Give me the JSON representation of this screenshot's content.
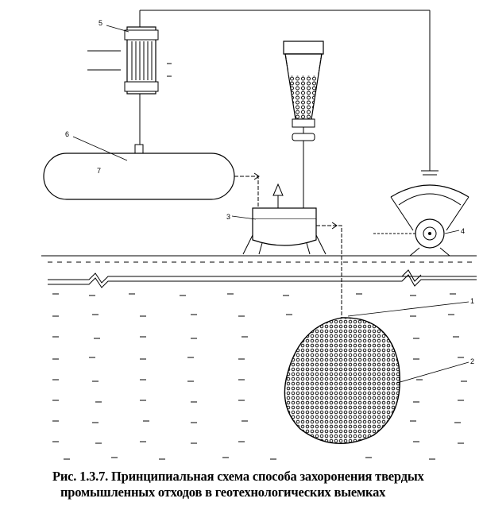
{
  "figure": {
    "caption_line1": "Рис. 1.3.7. Принципиальная схема способа захоронения твердых",
    "caption_line2": "промышленных отходов в геотехнологических выемках"
  },
  "labels": {
    "n1": "1",
    "n2": "2",
    "n3": "3",
    "n4": "4",
    "n5": "5",
    "n6": "6",
    "n7": "7"
  }
}
